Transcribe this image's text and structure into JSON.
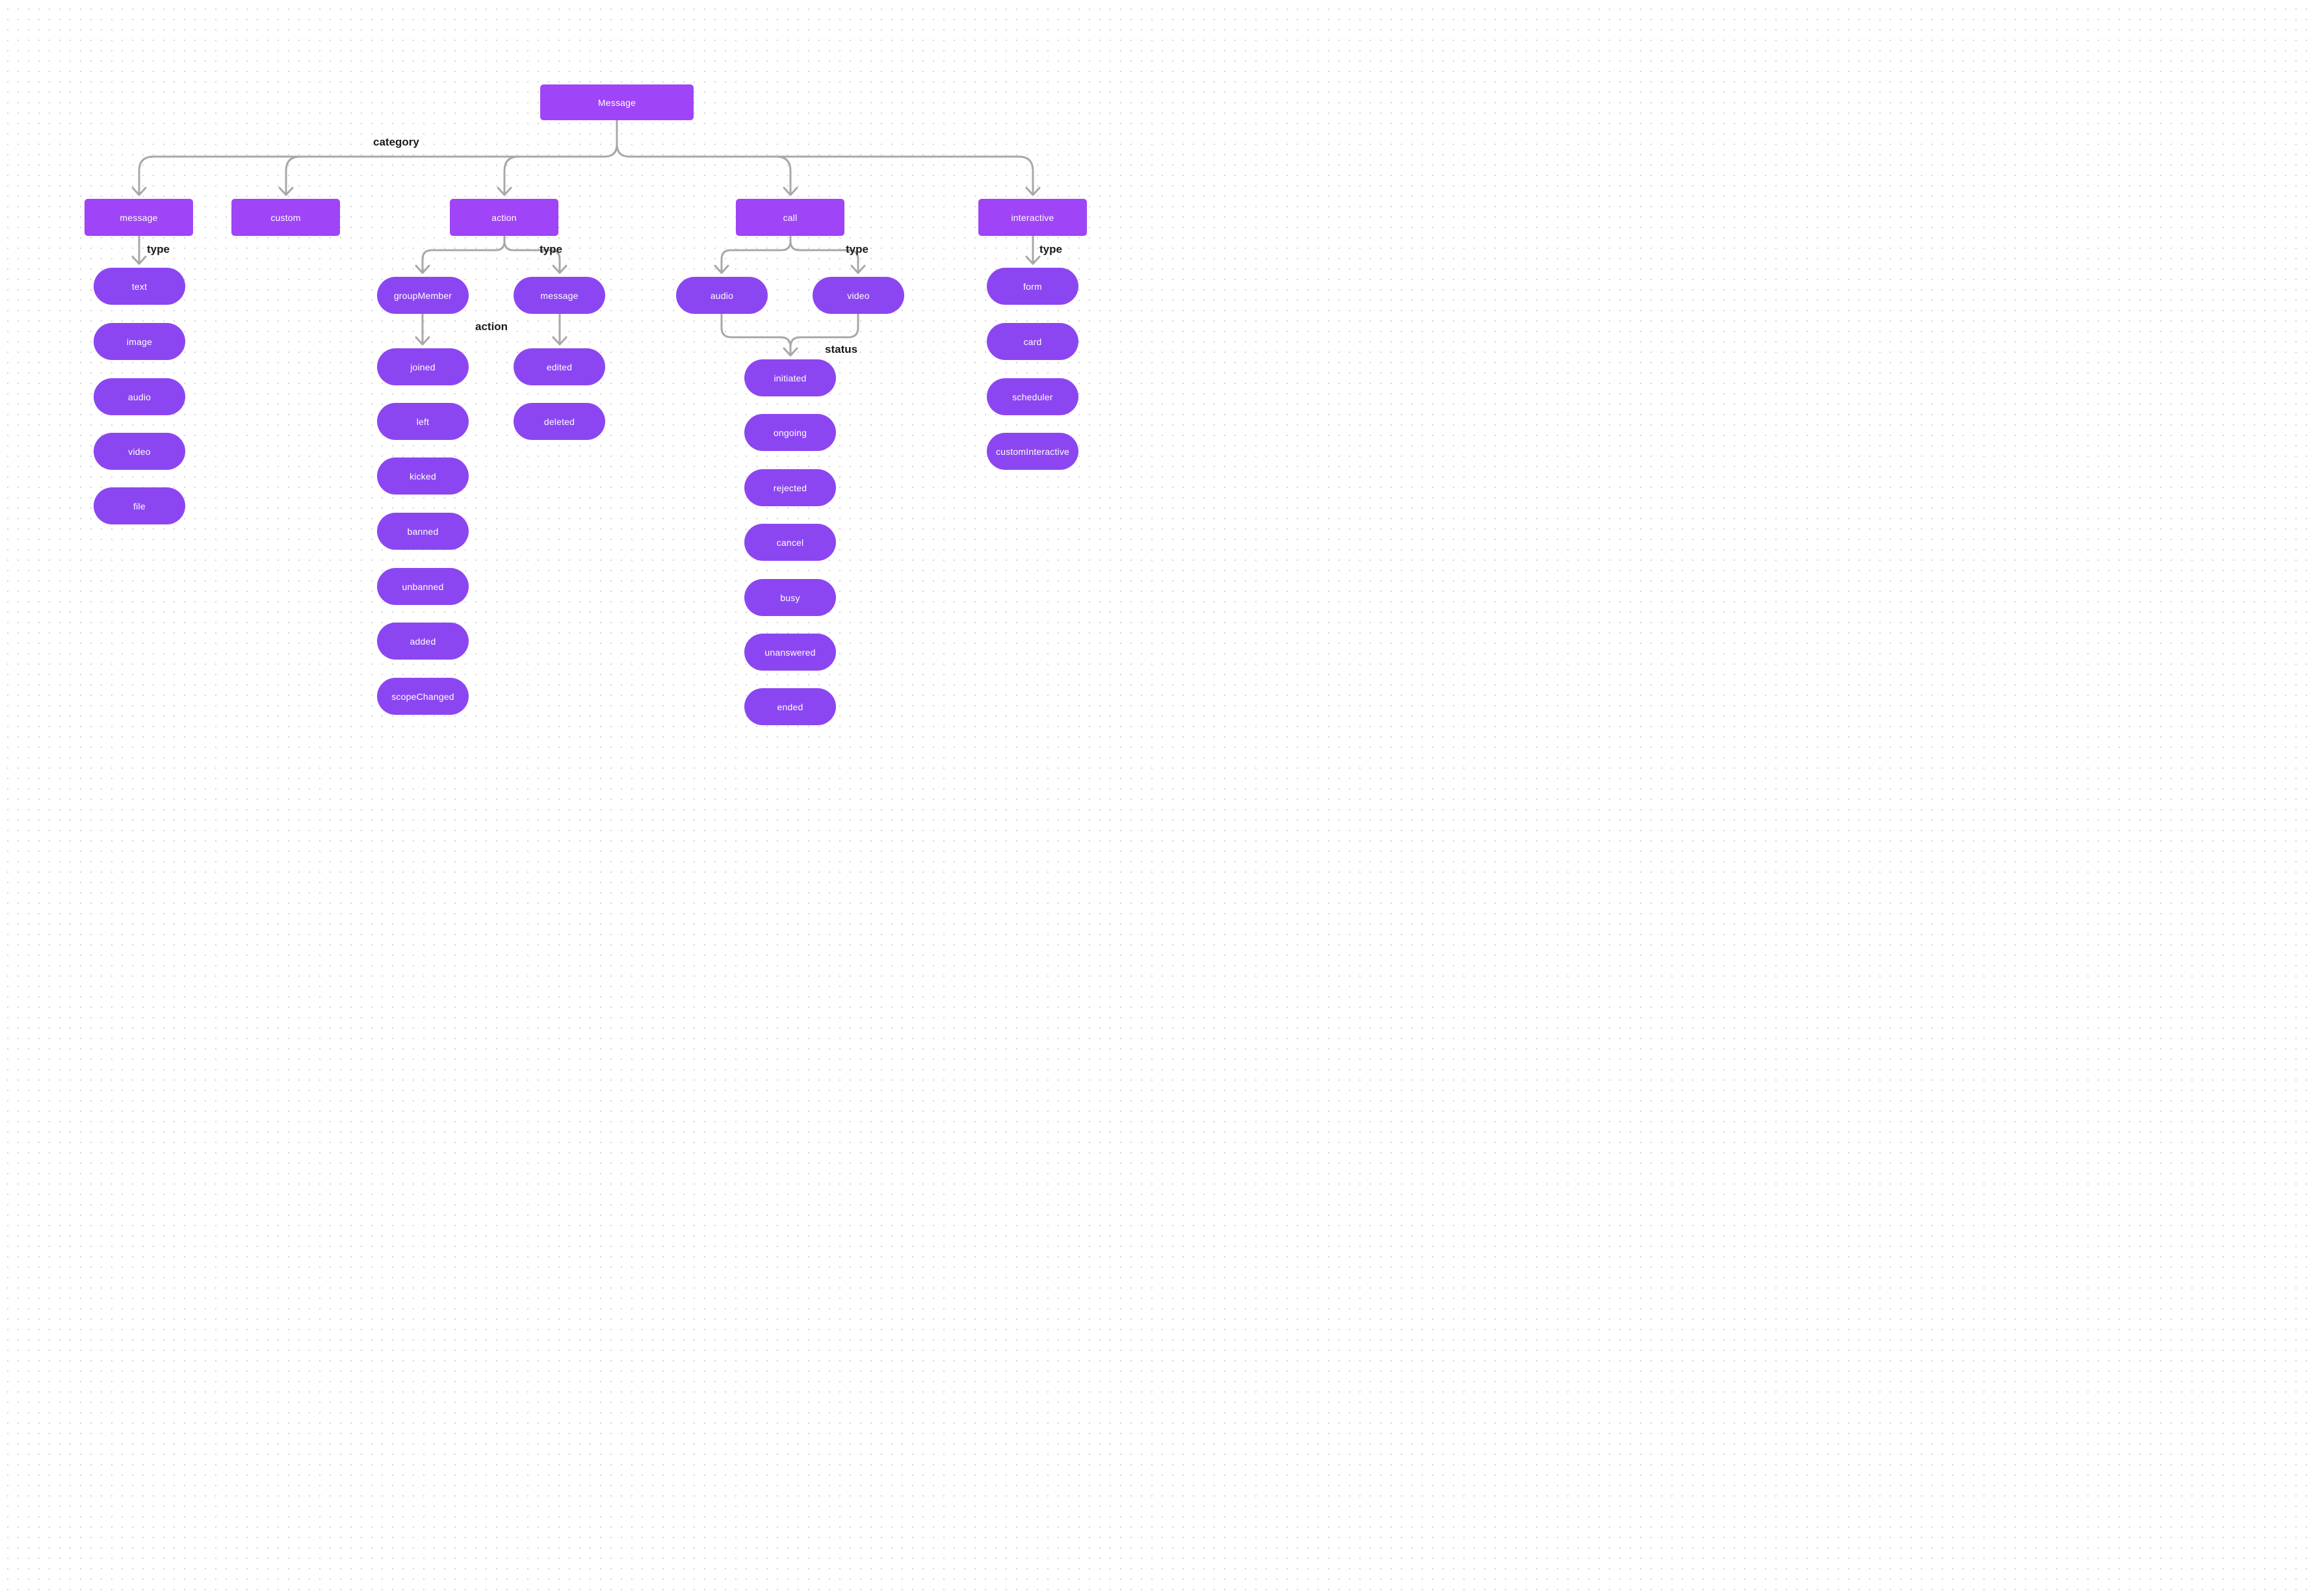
{
  "root": {
    "label": "Message"
  },
  "edge_labels": {
    "category": "category",
    "type": "type",
    "action": "action",
    "status": "status"
  },
  "columns": [
    {
      "label": "message",
      "children": [
        "text",
        "image",
        "audio",
        "video",
        "file"
      ]
    },
    {
      "label": "custom",
      "children": []
    },
    {
      "label": "action",
      "branches": [
        {
          "label": "groupMember",
          "children": [
            "joined",
            "left",
            "kicked",
            "banned",
            "unbanned",
            "added",
            "scopeChanged"
          ]
        },
        {
          "label": "message",
          "children": [
            "edited",
            "deleted"
          ]
        }
      ]
    },
    {
      "label": "call",
      "branches": [
        {
          "label": "audio"
        },
        {
          "label": "video"
        }
      ],
      "statuses": [
        "initiated",
        "ongoing",
        "rejected",
        "cancel",
        "busy",
        "unanswered",
        "ended"
      ]
    },
    {
      "label": "interactive",
      "children": [
        "form",
        "card",
        "scheduler",
        "customInteractive"
      ]
    }
  ],
  "colors": {
    "category_box": "#9f44f6",
    "leaf_pill": "#8c46f1",
    "connector": "#a8a8a8",
    "edge_label_text": "#1a1a1a",
    "node_text": "#ffffff",
    "background": "#ffffff",
    "grid_dot": "#d5d5da"
  }
}
